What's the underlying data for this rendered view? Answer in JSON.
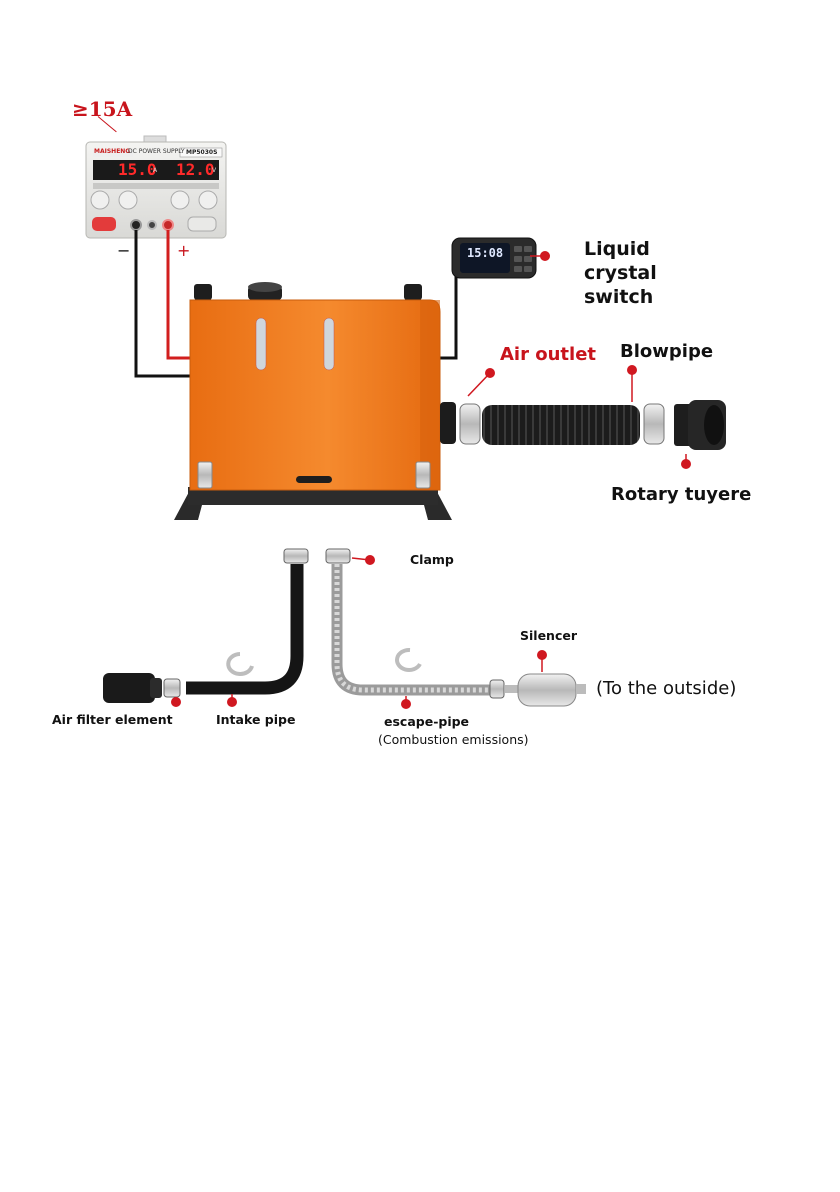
{
  "current_rating": "≥15A",
  "psu": {
    "brand": "MAISHENG",
    "type": "DC POWER SUPPLY",
    "model": "MP5030S",
    "amps_display": "15.0",
    "amps_unit": "A",
    "volts_display": "12.0",
    "volts_unit": "V",
    "minus": "−",
    "plus": "+"
  },
  "controller": {
    "time": "15:08"
  },
  "labels": {
    "lcd_line1": "Liquid",
    "lcd_line2": "crystal",
    "lcd_line3": "switch",
    "air_outlet": "Air outlet",
    "blowpipe": "Blowpipe",
    "rotary_tuyere": "Rotary tuyere",
    "clamp": "Clamp",
    "silencer": "Silencer",
    "to_outside": "(To the outside)",
    "air_filter": "Air filter element",
    "intake_pipe": "Intake pipe",
    "escape_pipe": "escape-pipe",
    "combustion": "(Combustion emissions)"
  },
  "colors": {
    "heater_orange": "#f07a1f",
    "label_red": "#c8141c",
    "led_red": "#ff2a2a",
    "dot_red": "#d01820"
  }
}
